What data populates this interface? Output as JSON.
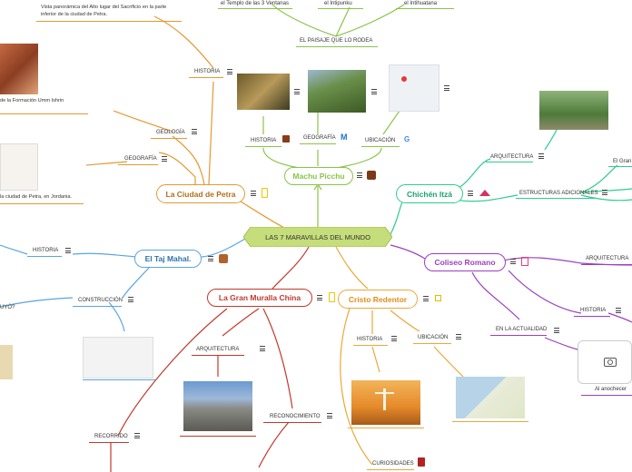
{
  "map": {
    "center": "LAS 7 MARAVILLAS DEL MUNDO",
    "nodes": {
      "machu": "Machu Picchu",
      "chichen": "Chichén Itzá",
      "petra": "La Ciudad de Petra",
      "tajmahal": "El Taj Mahal.",
      "coliseo": "Coliseo Romano",
      "muralla": "La Gran Muralla China",
      "cristo": "Cristo Redentor"
    },
    "labels": {
      "t3v": "el Templo de las 3 Ventanas",
      "intipunku": "el Intipunku",
      "intihuatana": "el Intihuatana",
      "paisaje": "EL PAISAJE QUE LO RODEA",
      "mp_historia": "HISTORIA",
      "mp_geografia": "GEOGRAFÍA",
      "mp_ubicacion": "UBICACIÓN",
      "ch_arq": "ARQUITECTURA",
      "ch_estr": "ESTRUCTURAS ADICIONALES",
      "ch_gran": "El Gran",
      "pe_historia": "HISTORIA",
      "pe_geo1": "GEOLOGÍA",
      "pe_geo2": "GEOGRAFÍA",
      "tj_historia": "HISTORIA",
      "tj_constr": "CONSTRUCCIÓN",
      "tj_q": "UYÓ?",
      "co_arq": "ARQUITECTURA",
      "co_hist": "HISTORIA",
      "co_act": "EN LA ACTUALIDAD",
      "co_noche": "Al anochecer",
      "mu_arq": "ARQUITECTURA",
      "mu_recon": "RECONOCIMIENTO",
      "mu_rec": "RECORRIDO",
      "cr_hist": "HISTORIA",
      "cr_ubic": "UBICACIÓN",
      "cr_curios": "CURIOSIDADES"
    },
    "notes": {
      "petra_top_1": "Vista panorámica del Alto lugar del Sacrificio en la parte",
      "petra_top_2": "inferior de la ciudad de Petra.",
      "petra_formacion": "de la Formación Umm Ishrin",
      "petra_jordania": "la ciudad de Petra, en Jordania."
    }
  },
  "colors": {
    "machu": "#8bc34a",
    "chichen": "#2ecc8f",
    "petra": "#e39a33",
    "tajmahal": "#5aa5dd",
    "coliseo": "#9b3fc2",
    "muralla": "#c0392b",
    "cristo": "#eba83a",
    "center": "#c5dd7a"
  }
}
